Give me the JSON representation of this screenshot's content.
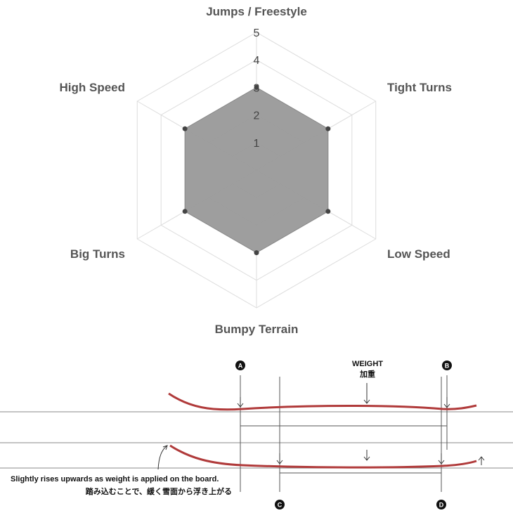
{
  "chart_data": {
    "type": "radar",
    "axes": [
      "Jumps / Freestyle",
      "Tight Turns",
      "Low Speed",
      "Bumpy Terrain",
      "Big Turns",
      "High Speed"
    ],
    "values": [
      3,
      3,
      3,
      3,
      3,
      3
    ],
    "scale_min": 0,
    "scale_max": 5,
    "ticks": [
      "1",
      "2",
      "3",
      "4",
      "5"
    ],
    "title": "",
    "fill_color": "#999999",
    "point_color": "#444444",
    "grid_color": "#dddddd"
  },
  "diagram": {
    "weight_label": "WEIGHT",
    "weight_label_jp": "加重",
    "markers": [
      "A",
      "B",
      "C",
      "D"
    ],
    "note_en": "Slightly rises upwards as weight is applied on the board.",
    "note_jp": "踏み込むことで、緩く雪面から浮き上がる",
    "board_color": "#b03a3a"
  }
}
